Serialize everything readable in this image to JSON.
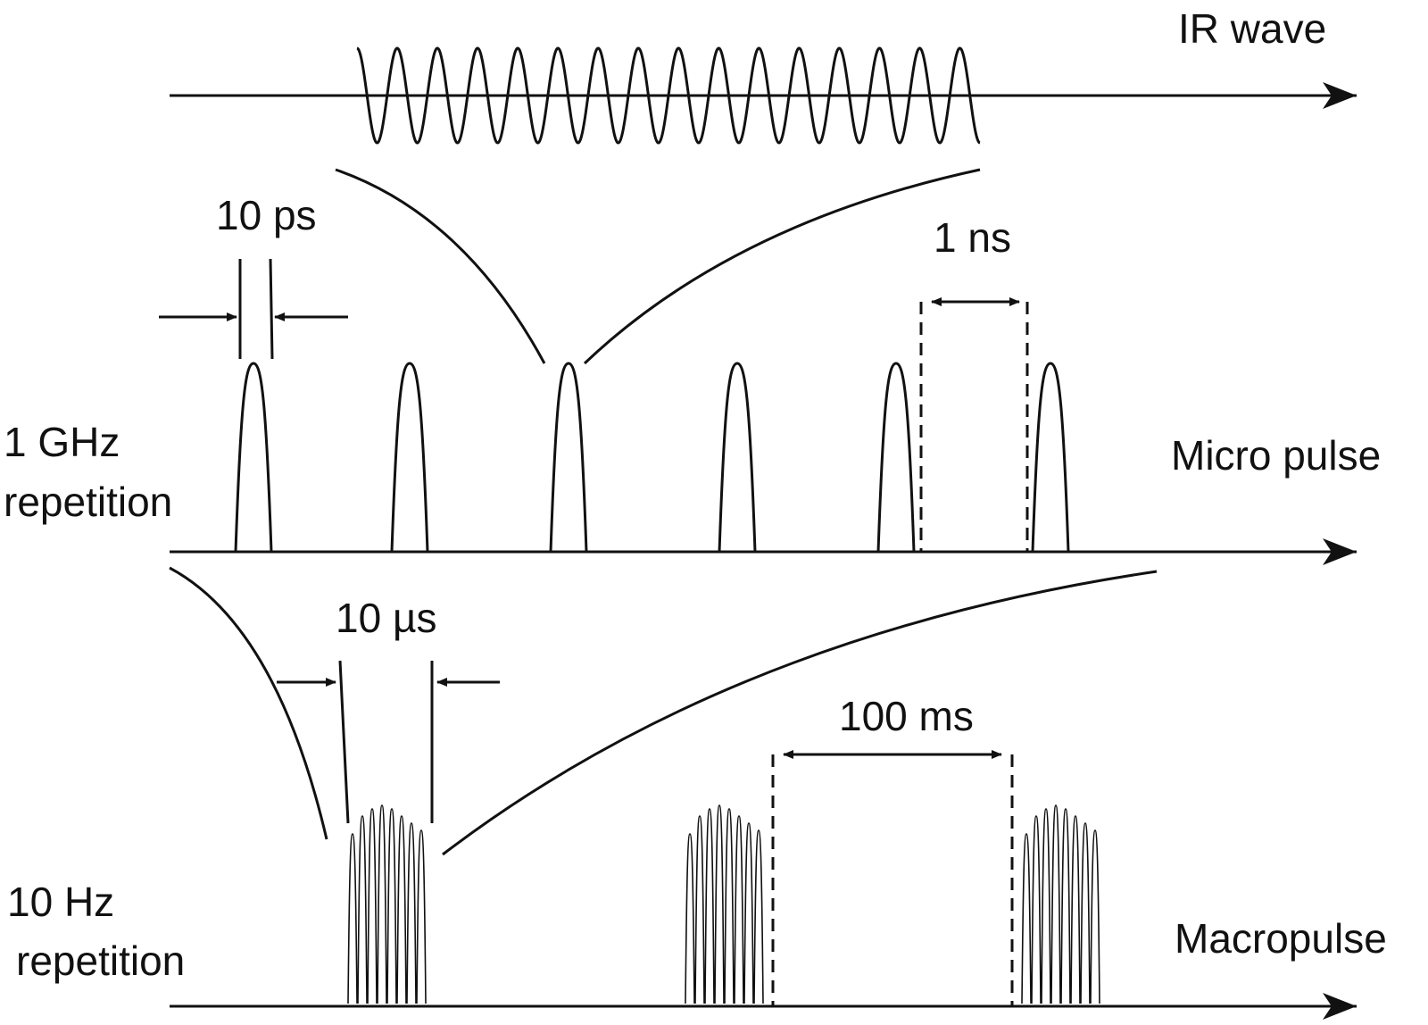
{
  "labels": {
    "ir_wave": "IR wave",
    "micro_pulse": "Micro pulse",
    "macropulse": "Macropulse",
    "ghz_line1": "1 GHz",
    "ghz_line2": "repetition",
    "hz_line1": "10 Hz",
    "hz_line2": "repetition",
    "micro_width": "10 ps",
    "micro_spacing": "1 ns",
    "macro_width": "10 µs",
    "macro_spacing": "100 ms"
  },
  "colors": {
    "stroke": "#111111",
    "background": "#ffffff"
  }
}
